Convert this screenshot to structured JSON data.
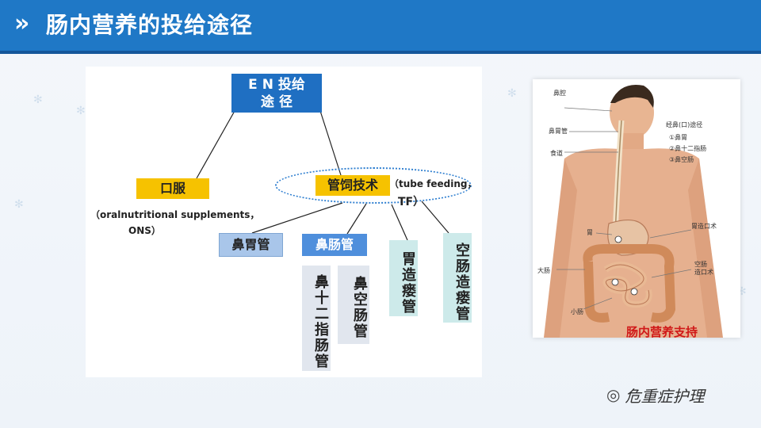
{
  "header": {
    "chevron": "»",
    "title": "肠内营养的投给途径"
  },
  "diagram": {
    "root_line1": "E N 投给",
    "root_line2": "途 径",
    "oral": "口服",
    "oral_note_1": "（oralnutritional supplements，",
    "oral_note_2": "ONS）",
    "tube": "管饲技术",
    "tube_note_1": "（tube feeding，",
    "tube_note_2": "TF）",
    "nasogastric": "鼻胃管",
    "nasointestinal": "鼻肠管",
    "nasoduodenal": "鼻十二指肠管",
    "nasojejunal": "鼻空肠管",
    "gastrostomy": "胃造瘘管",
    "jejunostomy": "空肠造瘘管"
  },
  "illustration": {
    "labels": {
      "nasal_cavity": "鼻腔",
      "nasogastric_tube": "鼻胃管",
      "esophagus": "食道",
      "stomach": "胃",
      "large_intestine": "大肠",
      "small_intestine": "小肠",
      "nasal_route": "经鼻(口)途径",
      "route1": "①鼻胃",
      "route2": "②鼻十二指肠",
      "route3": "③鼻空肠",
      "gastrostomy_opening": "胃造口术",
      "jejunostomy_1": "空肠",
      "jejunostomy_2": "造口术"
    },
    "caption": "肠内营养支持"
  },
  "watermark": {
    "icon": "wechat-icon",
    "text": "危重症护理"
  },
  "colors": {
    "header": "#1f78c6",
    "accent_yellow": "#f6c200",
    "root_blue": "#1f6fc2"
  }
}
